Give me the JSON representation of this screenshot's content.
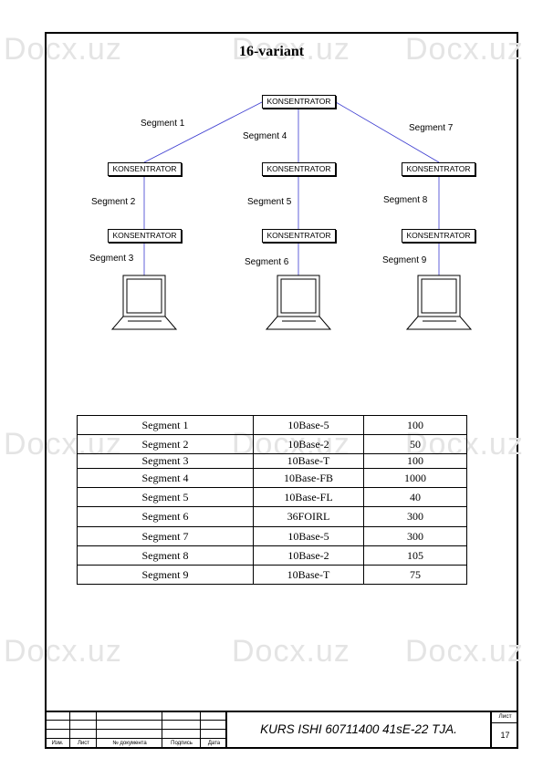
{
  "watermark": "Docx.uz",
  "title": "16-variant",
  "diagram": {
    "node_label": "KONSENTRATOR",
    "segments": [
      "Segment 1",
      "Segment 2",
      "Segment 3",
      "Segment 4",
      "Segment 5",
      "Segment 6",
      "Segment 7",
      "Segment 8",
      "Segment 9"
    ],
    "link_color": "#3b3bd0"
  },
  "table": [
    [
      "Segment 1",
      "10Base-5",
      "100"
    ],
    [
      "Segment  2",
      "10Base-2",
      "50"
    ],
    [
      "Segment  3",
      "10Base-T",
      "100"
    ],
    [
      "Segment  4",
      "10Base-FB",
      "1000"
    ],
    [
      "Segment  5",
      "10Base-FL",
      "40"
    ],
    [
      "Segment  6",
      "36FOIRL",
      "300"
    ],
    [
      "Segment   7",
      "10Base-5",
      "300"
    ],
    [
      "Segment   8",
      "10Base-2",
      "105"
    ],
    [
      "Segment  9",
      "10Base-T",
      "75"
    ]
  ],
  "stamp": {
    "izm": "Изм.",
    "list": "Лист",
    "doc_no": "№ документа",
    "podpis": "Подпись",
    "data": "Дата",
    "code": "KURS ISHI 60711400 41sE-22 TJA.",
    "sheet_label": "Лист",
    "sheet_no": "17"
  }
}
